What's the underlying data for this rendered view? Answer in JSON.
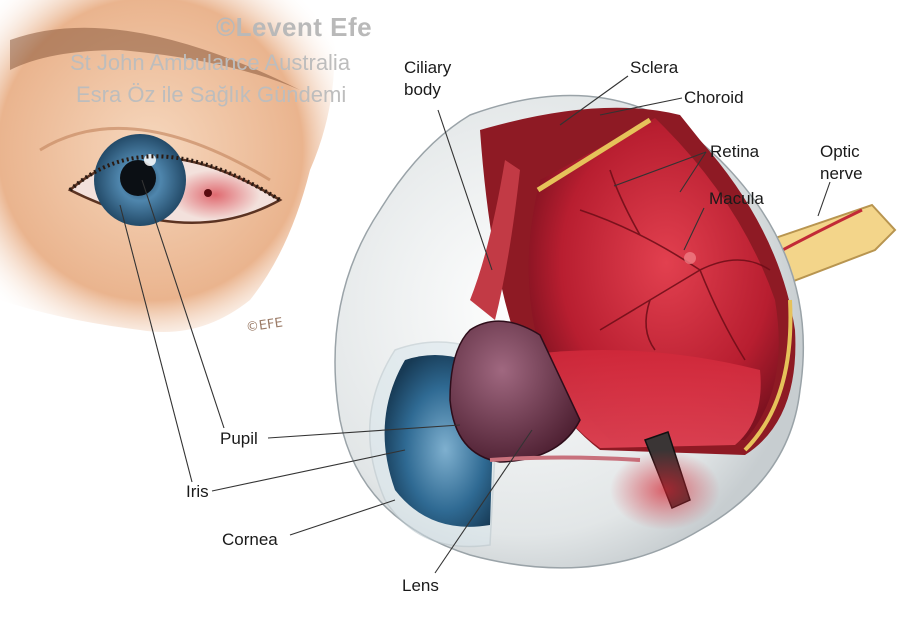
{
  "watermark": {
    "line1": "©Levent Efe",
    "line2": "St John Ambulance Australia",
    "line3": "Esra Öz ile Sağlık Gündemi",
    "signature": "©EFE"
  },
  "labels": {
    "ciliary_line1": "Ciliary",
    "ciliary_line2": "body",
    "sclera": "Sclera",
    "choroid": "Choroid",
    "retina": "Retina",
    "optic_line1": "Optic",
    "optic_line2": "nerve",
    "macula": "Macula",
    "pupil": "Pupil",
    "iris": "Iris",
    "cornea": "Cornea",
    "lens": "Lens"
  },
  "colors": {
    "skin": "#f2c9a8",
    "iris": "#4f86ad",
    "sclera": "#eef0f0",
    "retina": "#c8283a",
    "choroid": "#8e1a24",
    "optic_nerve": "#f3d58a",
    "leader_line": "#333333"
  }
}
